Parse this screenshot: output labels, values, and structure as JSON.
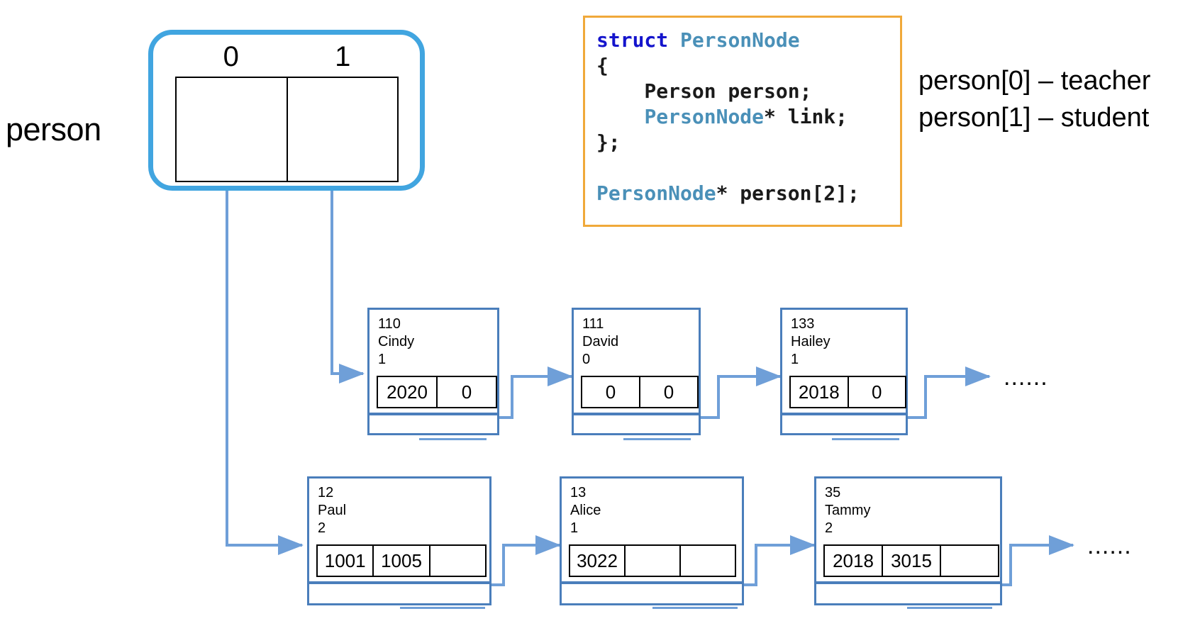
{
  "diagram": {
    "array": {
      "label": "person",
      "indices": [
        "0",
        "1"
      ],
      "cells": [
        "",
        ""
      ]
    },
    "code": {
      "lines": [
        [
          {
            "t": "struct ",
            "c": "kw"
          },
          {
            "t": "PersonNode",
            "c": "type"
          }
        ],
        [
          {
            "t": "{",
            "c": "plain"
          }
        ],
        [
          {
            "t": "    Person person;",
            "c": "plain"
          }
        ],
        [
          {
            "t": "    ",
            "c": "plain"
          },
          {
            "t": "PersonNode",
            "c": "type"
          },
          {
            "t": "* link;",
            "c": "plain"
          }
        ],
        [
          {
            "t": "};",
            "c": "plain"
          }
        ],
        [
          {
            "t": " ",
            "c": "plain"
          }
        ],
        [
          {
            "t": "PersonNode",
            "c": "type"
          },
          {
            "t": "* person[2];",
            "c": "plain"
          }
        ]
      ]
    },
    "legend": [
      "person[0] – teacher",
      "person[1] – student"
    ],
    "lists": [
      {
        "name": "teacher-list",
        "from_index": "1",
        "tail": "......",
        "nodes": [
          {
            "id": "110",
            "person_name": "Cindy",
            "count": "1",
            "cells": [
              "2020",
              "0"
            ]
          },
          {
            "id": "111",
            "person_name": "David",
            "count": "0",
            "cells": [
              "0",
              "0"
            ]
          },
          {
            "id": "133",
            "person_name": "Hailey",
            "count": "1",
            "cells": [
              "2018",
              "0"
            ]
          }
        ]
      },
      {
        "name": "student-list",
        "from_index": "0",
        "tail": "......",
        "nodes": [
          {
            "id": "12",
            "person_name": "Paul",
            "count": "2",
            "cells": [
              "1001",
              "1005",
              ""
            ]
          },
          {
            "id": "13",
            "person_name": "Alice",
            "count": "1",
            "cells": [
              "3022",
              "",
              ""
            ]
          },
          {
            "id": "35",
            "person_name": "Tammy",
            "count": "2",
            "cells": [
              "2018",
              "3015",
              ""
            ]
          }
        ]
      }
    ],
    "colors": {
      "array_border": "#41a5e0",
      "node_border": "#4a7ebb",
      "wire": "#6f9fd8",
      "code_border": "#f0a93a",
      "keyword": "#1414cc",
      "type": "#4a90b8"
    }
  }
}
